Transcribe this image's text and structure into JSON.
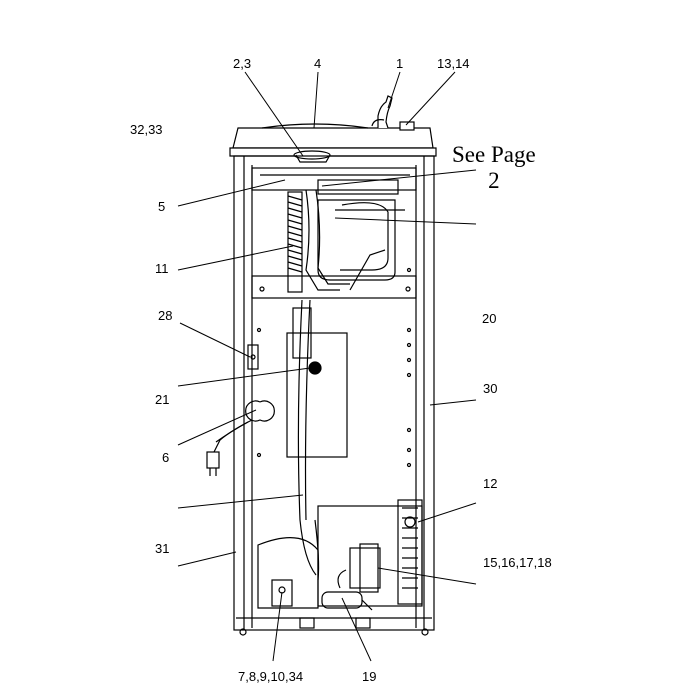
{
  "labels": {
    "c_2_3": "2,3",
    "c_4": "4",
    "c_1": "1",
    "c_13_14": "13,14",
    "c_32_33": "32,33",
    "c_5": "5",
    "c_11": "11",
    "c_28": "28",
    "c_20": "20",
    "c_21": "21",
    "c_30": "30",
    "c_6": "6",
    "c_12": "12",
    "c_31": "31",
    "c_15_18": "15,16,17,18",
    "c_7_34": "7,8,9,10,34",
    "c_19": "19"
  },
  "see_page": {
    "line1": "See Page",
    "line2": "2"
  }
}
